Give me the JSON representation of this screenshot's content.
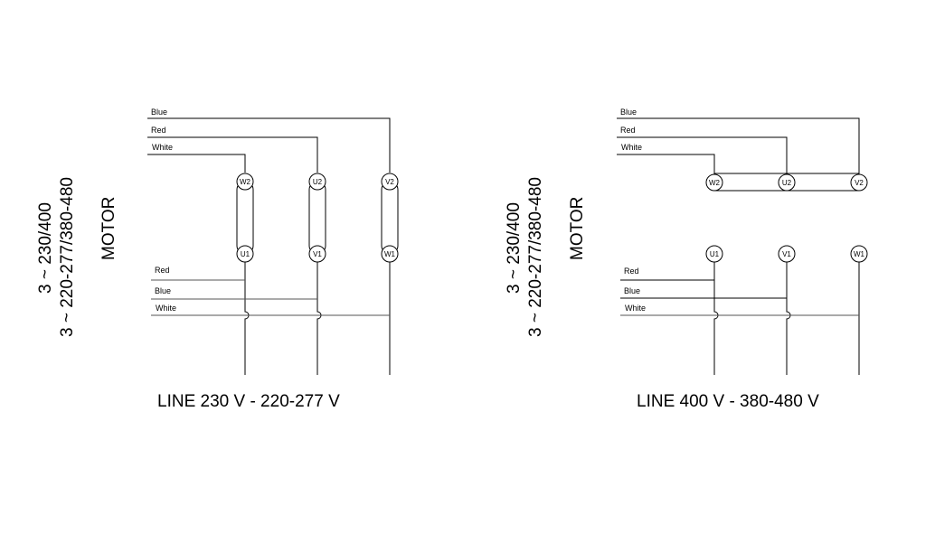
{
  "left": {
    "rating_line1": "3 ~ 230/400",
    "rating_line2": "3 ~ 220-277/380-480",
    "motor_label": "MOTOR",
    "top_wires": [
      "Blue",
      "Red",
      "White"
    ],
    "top_terminals": [
      "W2",
      "U2",
      "V2"
    ],
    "bottom_terminals": [
      "U1",
      "V1",
      "W1"
    ],
    "bottom_wires": [
      "Red",
      "Blue",
      "White"
    ],
    "line_label": "LINE 230 V  - 220-277 V"
  },
  "right": {
    "rating_line1": "3 ~ 230/400",
    "rating_line2": "3 ~ 220-277/380-480",
    "motor_label": "MOTOR",
    "top_wires": [
      "Blue",
      "Red",
      "White"
    ],
    "top_terminals": [
      "W2",
      "U2",
      "V2"
    ],
    "bottom_terminals": [
      "U1",
      "V1",
      "W1"
    ],
    "bottom_wires": [
      "Red",
      "Blue",
      "White"
    ],
    "line_label": "LINE 400 V  - 380-480 V"
  }
}
